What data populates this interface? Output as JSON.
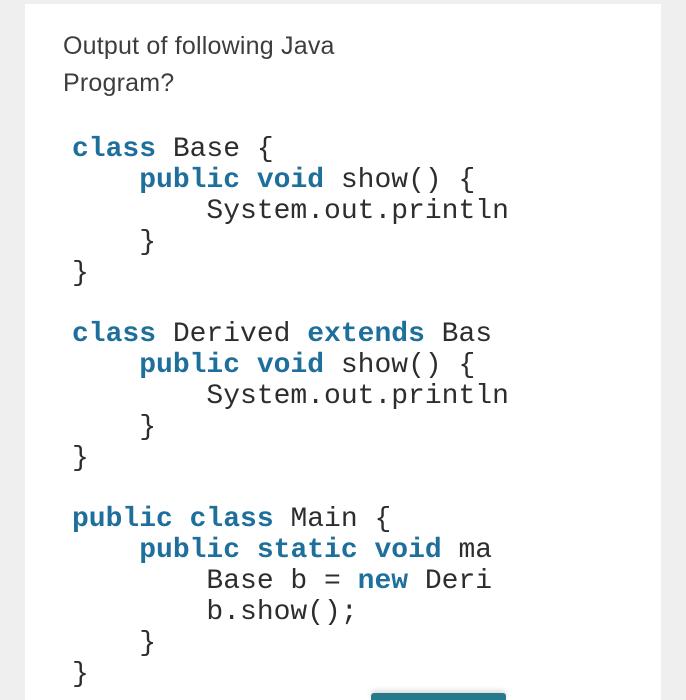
{
  "question": {
    "title": "Output of following Java\nProgram?"
  },
  "code": {
    "language": "java",
    "blocks": [
      {
        "lines": [
          [
            {
              "text": "class",
              "kw": true
            },
            {
              "text": " Base {",
              "kw": false
            }
          ],
          [
            {
              "text": "    ",
              "kw": false
            },
            {
              "text": "public void",
              "kw": true
            },
            {
              "text": " show() {",
              "kw": false
            }
          ],
          [
            {
              "text": "        System.out.println",
              "kw": false
            }
          ],
          [
            {
              "text": "    }",
              "kw": false
            }
          ],
          [
            {
              "text": "}",
              "kw": false
            }
          ]
        ]
      },
      {
        "lines": [
          [
            {
              "text": "class",
              "kw": true
            },
            {
              "text": " Derived ",
              "kw": false
            },
            {
              "text": "extends",
              "kw": true
            },
            {
              "text": " Bas",
              "kw": false
            }
          ],
          [
            {
              "text": "    ",
              "kw": false
            },
            {
              "text": "public void",
              "kw": true
            },
            {
              "text": " show() {",
              "kw": false
            }
          ],
          [
            {
              "text": "        System.out.println",
              "kw": false
            }
          ],
          [
            {
              "text": "    }",
              "kw": false
            }
          ],
          [
            {
              "text": "}",
              "kw": false
            }
          ]
        ]
      },
      {
        "lines": [
          [
            {
              "text": "public class",
              "kw": true
            },
            {
              "text": " Main {",
              "kw": false
            }
          ],
          [
            {
              "text": "    ",
              "kw": false
            },
            {
              "text": "public static void",
              "kw": true
            },
            {
              "text": " ma",
              "kw": false
            }
          ],
          [
            {
              "text": "        Base b = ",
              "kw": false
            },
            {
              "text": "new",
              "kw": true
            },
            {
              "text": " Deri",
              "kw": false
            }
          ],
          [
            {
              "text": "        b.show();",
              "kw": false
            }
          ],
          [
            {
              "text": "    }",
              "kw": false
            }
          ],
          [
            {
              "text": "}",
              "kw": false
            }
          ]
        ]
      }
    ]
  },
  "colors": {
    "page_bg": "#efefef",
    "card_bg": "#ffffff",
    "title_text": "#3d3d3d",
    "code_text": "#2d2d2d",
    "keyword_accent": "#1e6f9c",
    "button_teal": "#26798a"
  }
}
